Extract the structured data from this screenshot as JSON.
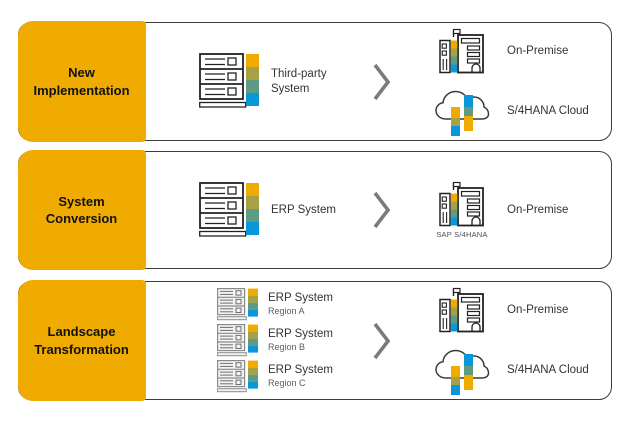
{
  "colors": {
    "gold": "#F0AB00",
    "olive": "#A6A144",
    "teal": "#5E9B80",
    "blue": "#0A97D9",
    "panel_border": "#3c3c3c",
    "chevron_gray": "#7b7b7b",
    "text_dark": "#333333",
    "caption_gray": "#4f4f4f"
  },
  "icons": {
    "server": "server-system-icon",
    "server_small": "server-system-icon-small",
    "building": "on-premise-building-icon",
    "cloud": "s4hana-cloud-icon",
    "chevron": "chevron-right-icon"
  },
  "rows": [
    {
      "label": "New Implementation",
      "source": {
        "title": "Third-party System"
      },
      "targets": [
        {
          "name": "On-Premise"
        },
        {
          "name": "S/4HANA Cloud"
        }
      ]
    },
    {
      "label": "System Conversion",
      "source": {
        "title": "ERP System"
      },
      "target": {
        "name": "On-Premise",
        "icon_caption": "SAP S/4HANA"
      }
    },
    {
      "label": "Landscape Transformation",
      "sources": [
        {
          "title": "ERP System",
          "region": "Region A"
        },
        {
          "title": "ERP System",
          "region": "Region B"
        },
        {
          "title": "ERP System",
          "region": "Region C"
        }
      ],
      "targets": [
        {
          "name": "On-Premise"
        },
        {
          "name": "S/4HANA Cloud"
        }
      ]
    }
  ]
}
